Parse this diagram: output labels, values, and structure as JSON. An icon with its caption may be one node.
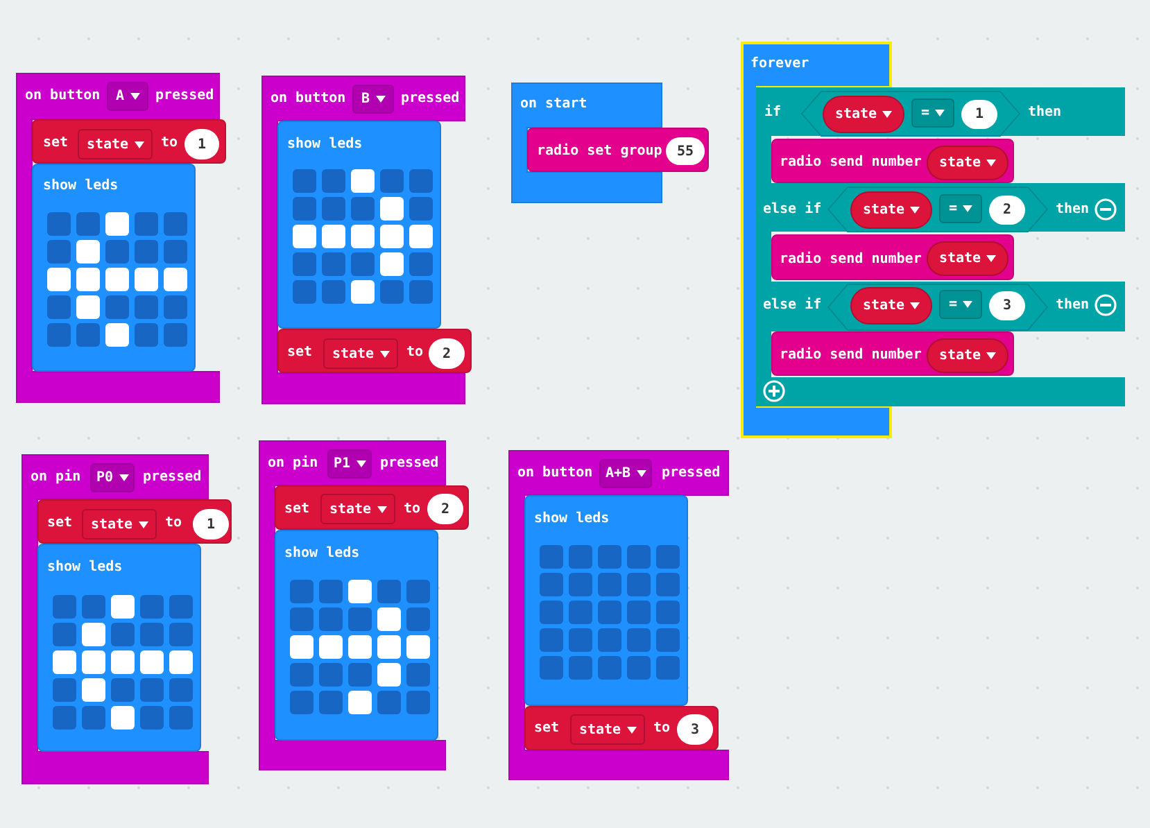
{
  "diagram": {
    "nodes": [
      {
        "text": [
          "on button",
          "pressed"
        ]
      },
      {
        "text": [
          "A"
        ],
        "in": 0
      },
      {
        "text": [
          "set",
          "to"
        ],
        "in": 0
      },
      {
        "text": [
          "state"
        ],
        "in": 2
      },
      {
        "text": [
          "1"
        ],
        "in": 2
      },
      {
        "text": [
          "show leds"
        ],
        "in": 0
      },
      {
        "text": [
          "on button",
          "pressed"
        ]
      },
      {
        "text": [
          "B"
        ],
        "in": 6
      },
      {
        "text": [
          "show leds"
        ],
        "in": 6
      },
      {
        "text": [
          "set",
          "to"
        ],
        "in": 6
      },
      {
        "text": [
          "state"
        ],
        "in": 9
      },
      {
        "text": [
          "2"
        ],
        "in": 9
      },
      {
        "text": [
          "on start"
        ]
      },
      {
        "text": [
          "radio set group"
        ]
      },
      {
        "text": [
          "55"
        ],
        "in": 13
      },
      {
        "text": [
          "forever"
        ]
      },
      {
        "text": [
          "if",
          "then",
          "else if",
          "then",
          "else if",
          "then"
        ]
      },
      {
        "text": [],
        "shape": "hexagon",
        "in": 16
      },
      {
        "text": [
          "state"
        ],
        "in": 17
      },
      {
        "text": [
          "="
        ],
        "in": 17
      },
      {
        "text": [
          "1"
        ],
        "in": 17
      },
      {
        "text": [
          "radio send number"
        ],
        "in": 16
      },
      {
        "text": [
          "state"
        ],
        "in": 21
      },
      {
        "text": [],
        "shape": "hexagon",
        "in": 16
      },
      {
        "text": [
          "state"
        ],
        "in": 23
      },
      {
        "text": [
          "="
        ],
        "in": 23
      },
      {
        "text": [
          "2"
        ],
        "in": 23
      },
      {
        "text": [
          "radio send number"
        ],
        "in": 16
      },
      {
        "text": [
          "state"
        ],
        "in": 27
      },
      {
        "text": [],
        "shape": "hexagon",
        "in": 16
      },
      {
        "text": [
          "state"
        ],
        "in": 29
      },
      {
        "text": [
          "="
        ],
        "in": 29
      },
      {
        "text": [
          "3"
        ],
        "in": 29
      },
      {
        "text": [
          "radio send number"
        ],
        "in": 16
      },
      {
        "text": [
          "state"
        ],
        "in": 33
      },
      {
        "text": [
          "on pin",
          "pressed"
        ]
      },
      {
        "text": [
          "P0"
        ],
        "in": 35
      },
      {
        "text": [
          "set",
          "to"
        ],
        "in": 35
      },
      {
        "text": [
          "state"
        ],
        "in": 37
      },
      {
        "text": [
          "1"
        ],
        "in": 37
      },
      {
        "text": [
          "show leds"
        ],
        "in": 35
      },
      {
        "text": [
          "on pin",
          "pressed"
        ]
      },
      {
        "text": [
          "P1"
        ],
        "in": 41
      },
      {
        "text": [
          "set",
          "to"
        ],
        "in": 41
      },
      {
        "text": [
          "state"
        ],
        "in": 43
      },
      {
        "text": [
          "2"
        ],
        "in": 43
      },
      {
        "text": [
          "show leds"
        ],
        "in": 41
      },
      {
        "text": [
          "on button",
          "pressed"
        ]
      },
      {
        "text": [
          "A+B"
        ],
        "in": 47
      },
      {
        "text": [
          "show leds"
        ],
        "in": 47
      },
      {
        "text": [
          "set",
          "to"
        ],
        "in": 47
      },
      {
        "text": [
          "state"
        ],
        "in": 50
      },
      {
        "text": [
          "3"
        ],
        "in": 50
      }
    ]
  }
}
